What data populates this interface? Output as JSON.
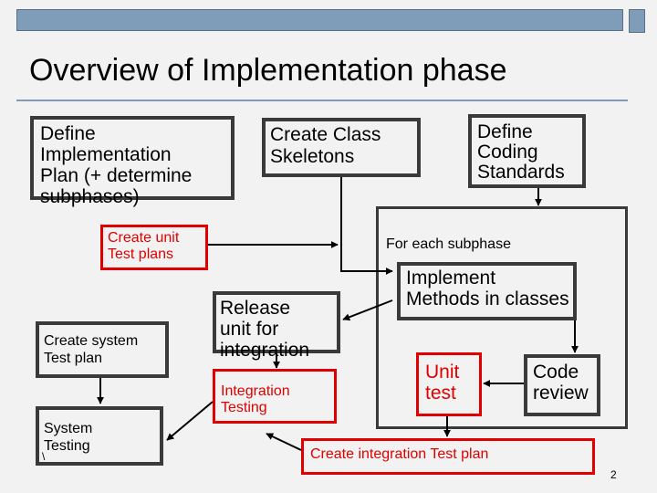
{
  "slide": {
    "title": "Overview of Implementation phase",
    "page_number": "2",
    "accent_color": "#7f9db9",
    "red_box_color": "#e00000"
  },
  "nodes": {
    "define_plan": "Define\nImplementation\nPlan (+ determine\nsubphases)",
    "create_class_skeletons": "Create Class\nSkeletons",
    "define_coding_standards": "Define\nCoding\nStandards",
    "create_unit_test_plans": "Create unit\nTest plans",
    "for_each_subphase": "For each subphase",
    "implement_methods": "Implement\nMethods in classes",
    "release_unit": "Release\nunit for\nintegration",
    "create_system_test_plan": "Create system\nTest plan",
    "integration_testing": "Integration\nTesting",
    "unit_test": "Unit\ntest",
    "code_review": "Code\nreview",
    "system_testing": "System\nTesting",
    "create_integration_test_plan": "Create integration Test plan"
  },
  "annotations": {
    "backslash_mark": "\\"
  }
}
